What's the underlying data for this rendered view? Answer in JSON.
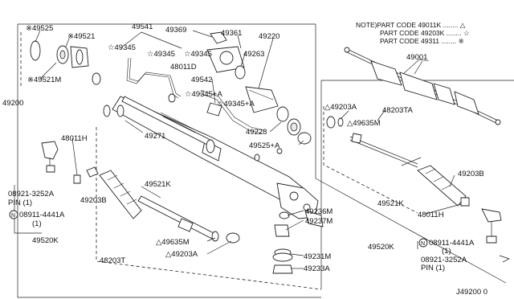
{
  "note": {
    "line1": "NOTE)PART CODE 49011K ........ △",
    "line2": "PART CODE 49203K ........ ☆",
    "line3": "PART CODE 49311 ........ ※"
  },
  "labels": {
    "l49525": "※49525",
    "l49521": "※49521",
    "l49521M": "※49521M",
    "l49200": "49200",
    "l49541": "49541",
    "l49369": "49369",
    "l49361": "49361",
    "l49220": "49220",
    "l49345a": "☆49345",
    "l49345b": "☆49345",
    "l49345c": "☆49345",
    "l48011D": "48011D",
    "l49263": "49263",
    "l49542": "49542",
    "l49345Aa": "☆49345+A",
    "l49345Ab": "☆49345+A",
    "l49271": "49271",
    "l49228": "49228",
    "l49525A": "49525+A",
    "l48011Ha": "48011H",
    "l48011Hb": "48011H",
    "l08921a": "08921-3252A",
    "l08921a_pin": "PIN (1)",
    "l08911a": "08911-4441A",
    "l08911a_qty": "(1)",
    "l49520Ka": "49520K",
    "l49203Ba": "49203B",
    "l49203Bb": "49203B",
    "l49521Ka": "49521K",
    "l49521Kb": "49521K",
    "l49635Ma": "△49635M",
    "l49635Mb": "△49635M",
    "l49203Aa": "△49203A",
    "l49203Ab": "△49203A",
    "l48203T": "48203T",
    "l48203TA": "48203TA",
    "l49236M": "49236M",
    "l49237M": "49237M",
    "l49231M": "49231M",
    "l49233A": "49233A",
    "l49001": "49001",
    "l49520Kb": "49520K",
    "l08911b": "08911-4441A",
    "l08911b_qty": "(1)",
    "l08921b": "08921-3252A",
    "l08921b_pin": "PIN (1)",
    "diagram_id": "J49200 0"
  }
}
